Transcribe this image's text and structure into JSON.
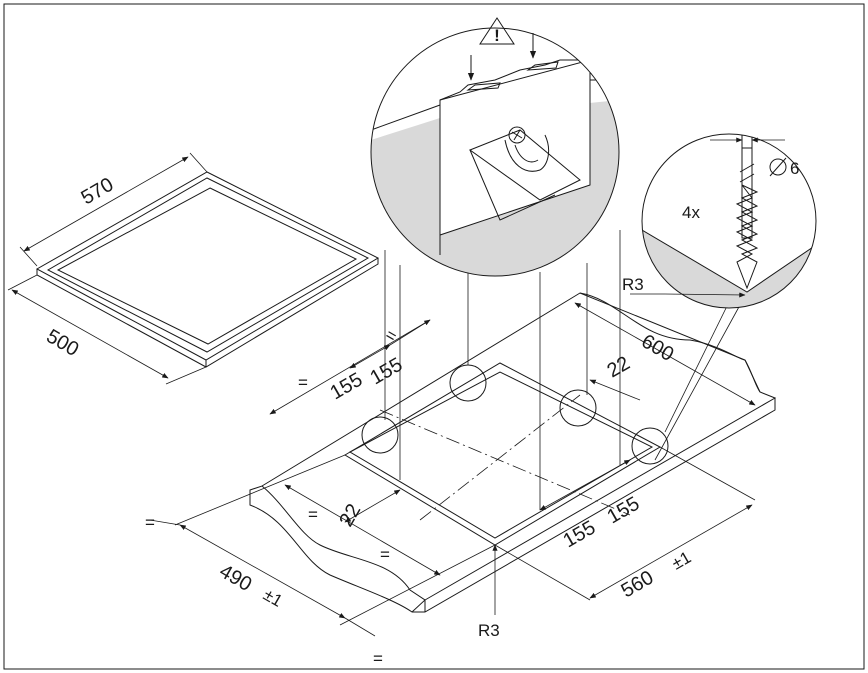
{
  "labels": {
    "hob_depth": "570",
    "hob_width": "500",
    "cutout_depth_total": "600",
    "bracket_left_offset_a": "155",
    "bracket_left_offset_b": "155",
    "bracket_right_offset_a": "155",
    "bracket_right_offset_b": "155",
    "edge_gap_right": "22",
    "edge_gap_front": "22",
    "cutout_width": "560",
    "cutout_width_tol": "±1",
    "cutout_depth": "490",
    "cutout_depth_tol": "±1",
    "radius_front": "R3",
    "radius_detail": "R3",
    "screw_count": "4x",
    "screw_diameter": "6",
    "equal_mark": "="
  },
  "warning": {
    "glyph": "!"
  }
}
